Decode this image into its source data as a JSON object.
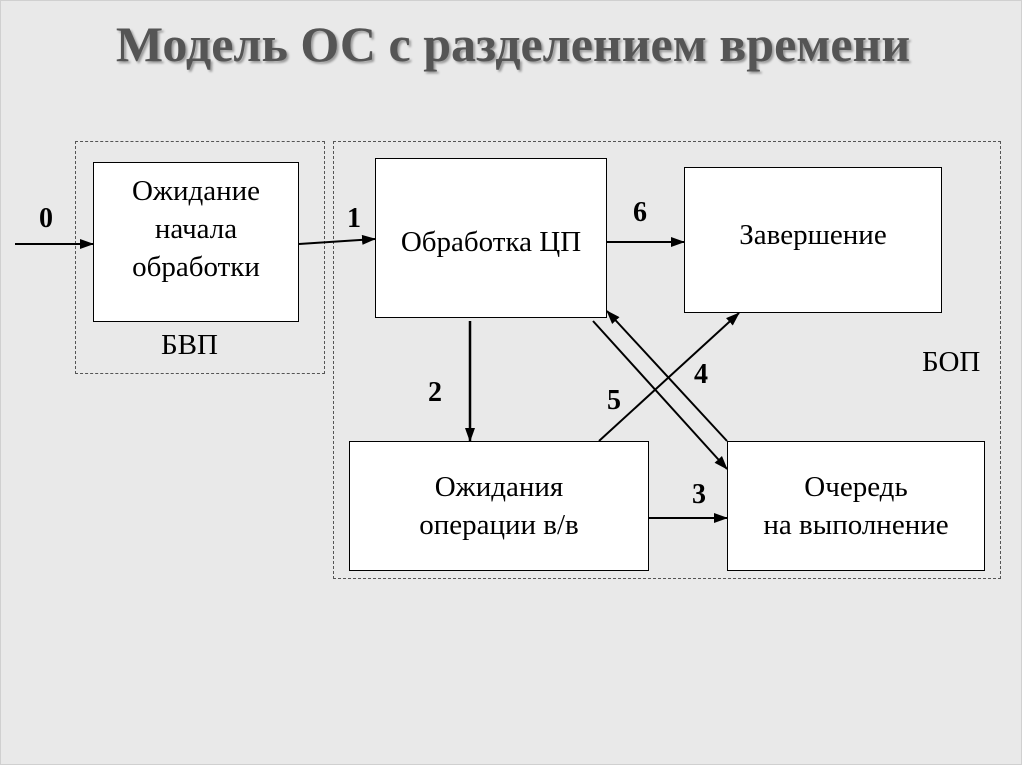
{
  "title": "Модель ОС с разделением времени",
  "groups": {
    "bvp": {
      "label": "БВП"
    },
    "bop": {
      "label": "БОП"
    }
  },
  "states": {
    "wait_start": "Ожидание\nначала\nобработки",
    "cpu": "Обработка ЦП",
    "finish": "Завершение",
    "io_wait": "Ожидания\nоперации в/в",
    "ready_queue": "Очередь\nна выполнение"
  },
  "transitions": {
    "t0": "0",
    "t1": "1",
    "t2": "2",
    "t3": "3",
    "t4": "4",
    "t5": "5",
    "t6": "6"
  }
}
